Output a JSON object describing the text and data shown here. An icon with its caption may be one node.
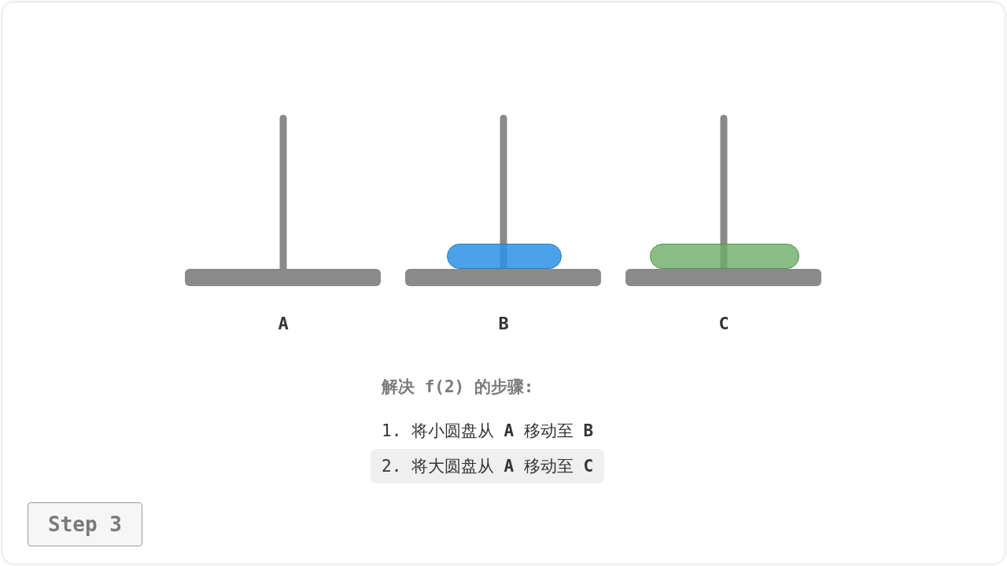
{
  "diagram": {
    "nodes": [
      {
        "text": [
          "A"
        ]
      },
      {
        "text": [
          "B"
        ]
      },
      {
        "text": [],
        "shape": "bar",
        "in": 1
      },
      {
        "text": [
          "C"
        ]
      },
      {
        "text": [],
        "shape": "bar",
        "in": 3
      },
      {
        "text": [
          "2. 将大圆盘从 **A** 移动至 **C**"
        ]
      },
      {
        "text": [
          "Step 3"
        ]
      }
    ],
    "edges": [],
    "labels": [
      "解决 f(2) 的步骤:",
      "1. 将小圆盘从 **A** 移动至 **B**"
    ]
  }
}
